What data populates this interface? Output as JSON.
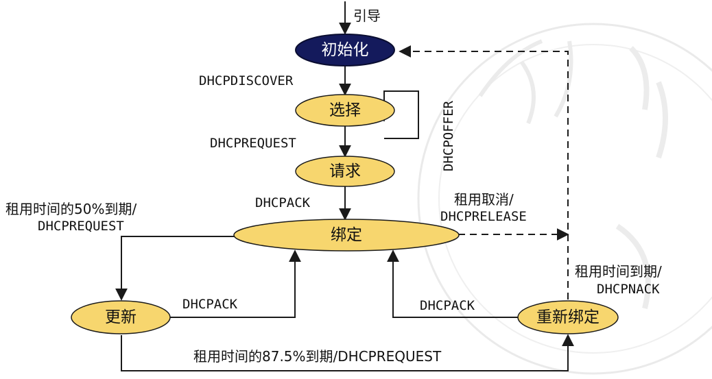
{
  "colors": {
    "initial_fill": "#141a5c",
    "state_fill": "#f7d66e",
    "state_stroke": "#1a1a1a",
    "line": "#1a1a1a",
    "watermark": "#d9d9d9"
  },
  "nodes": {
    "init": "初始化",
    "select": "选择",
    "request": "请求",
    "bound": "绑定",
    "renew": "更新",
    "rebind": "重新绑定"
  },
  "labels": {
    "boot": "引导",
    "dhcpdiscover": "DHCPDISCOVER",
    "dhcpoffer": "DHCPOFFER",
    "dhcprequest": "DHCPREQUEST",
    "dhcpack_top": "DHCPACK",
    "renew_line1": "租用时间的50%到期/",
    "renew_line2": "DHCPREQUEST",
    "cancel_line1": "租用取消/",
    "cancel_line2": "DHCPRELEASE",
    "expire_line1": "租用时间到期/",
    "expire_line2": "DHCPNACK",
    "dhcpack_left": "DHCPACK",
    "dhcpack_right": "DHCPACK",
    "bottom": "租用时间的87.5%到期/DHCPREQUEST"
  },
  "watermark_icon": "university-seal-watermark"
}
